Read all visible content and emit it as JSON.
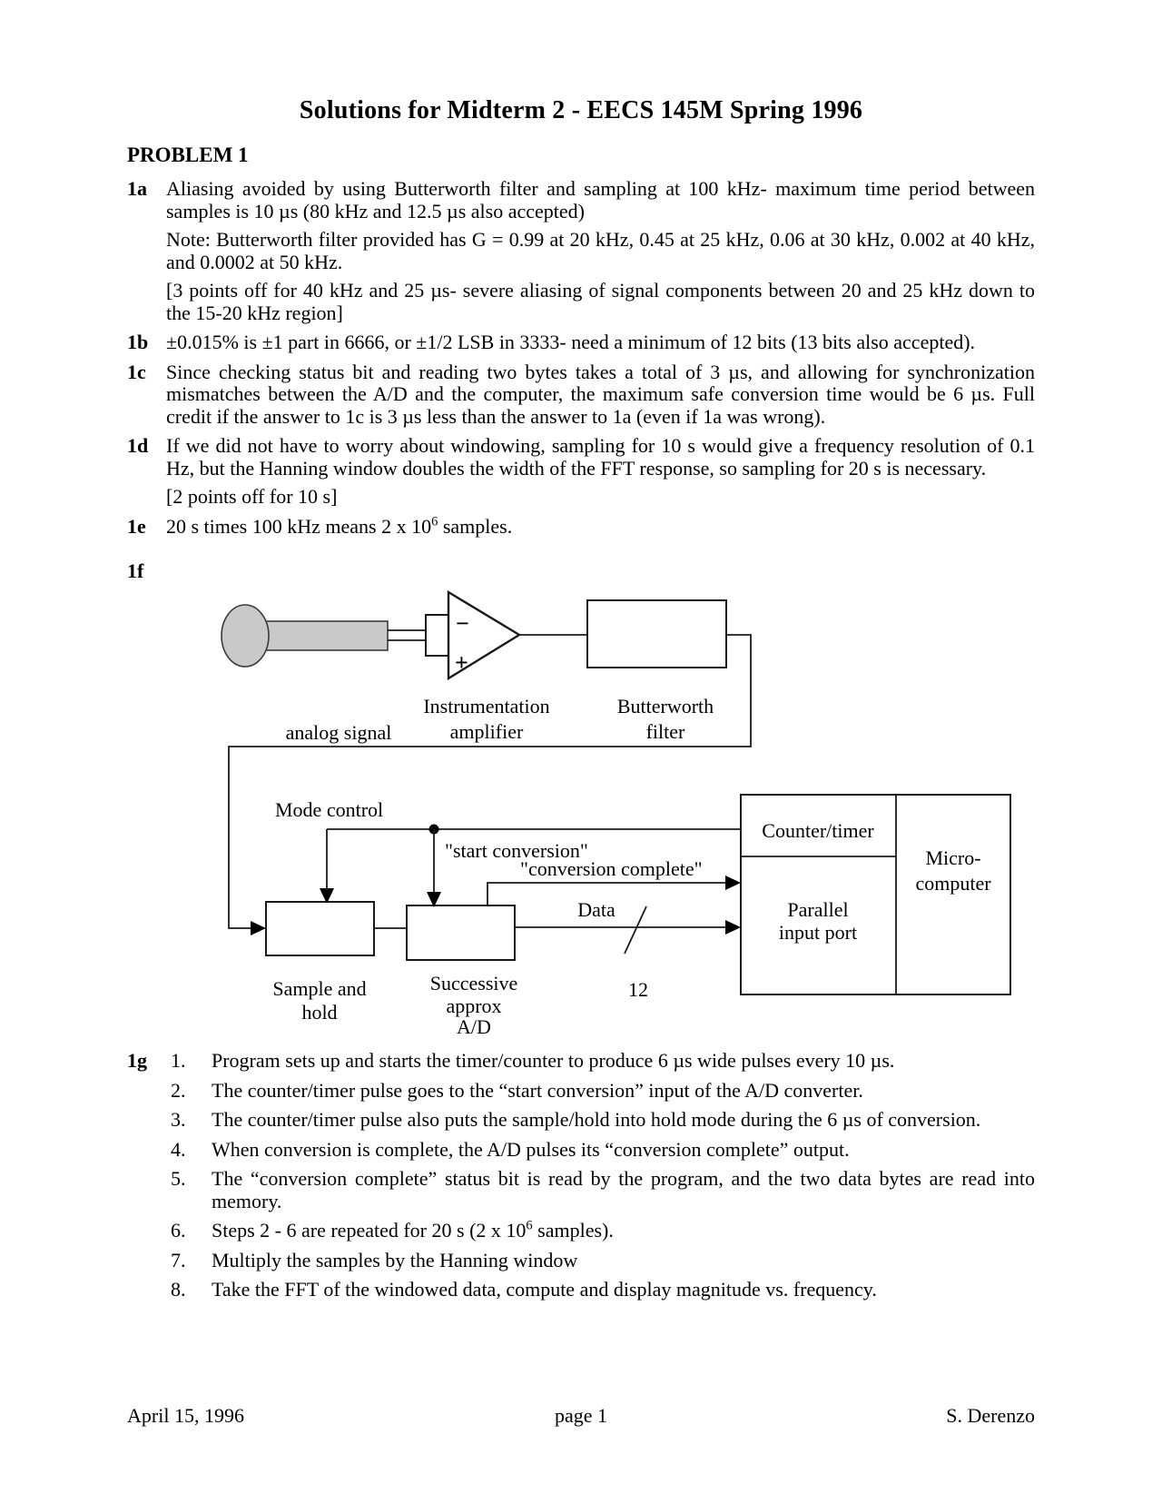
{
  "title": "Solutions for Midterm 2 - EECS 145M Spring 1996",
  "problem_heading": "PROBLEM 1",
  "item_1a": {
    "label": "1a",
    "text": "Aliasing avoided by using Butterworth filter and sampling at 100 kHz- maximum time period between samples is 10 µs (80 kHz and 12.5 µs also accepted)",
    "note": "Note: Butterworth filter provided has G = 0.99 at 20 kHz, 0.45 at 25 kHz, 0.06 at 30 kHz, 0.002 at 40 kHz, and 0.0002 at 50 kHz.",
    "points": "[3 points off for 40 kHz and 25 µs- severe aliasing of signal components between 20 and 25 kHz down to the 15-20 kHz region]"
  },
  "item_1b": {
    "label": "1b",
    "text": "±0.015% is ±1 part in 6666, or ±1/2 LSB in 3333- need a minimum of 12 bits (13 bits also accepted)."
  },
  "item_1c": {
    "label": "1c",
    "text": "Since checking status bit and reading two bytes takes a total of 3 µs, and allowing for synchronization mismatches between the A/D and the computer, the maximum safe conversion time would be 6 µs. Full credit if the answer to 1c is 3 µs less than the answer to 1a (even if 1a was wrong)."
  },
  "item_1d": {
    "label": "1d",
    "text": "If we did not have to worry about windowing, sampling for 10 s would give a frequency resolution of 0.1 Hz, but the Hanning window doubles the width of the FFT response, so sampling for 20 s is necessary.",
    "points": "[2 points off for 10 s]"
  },
  "item_1e": {
    "label": "1e",
    "pre": "20 s times 100 kHz means 2 x 10",
    "sup": "6",
    "post": " samples."
  },
  "item_1f": {
    "label": "1f"
  },
  "diagram": {
    "labels": {
      "instrumentation_1": "Instrumentation",
      "instrumentation_2": "amplifier",
      "butterworth_1": "Butterworth",
      "butterworth_2": "filter",
      "analog_signal": "analog signal",
      "mode_control": "Mode control",
      "start_conversion": "\"start conversion\"",
      "conversion_complete": "\"conversion complete\"",
      "data": "Data",
      "bus_width": "12",
      "counter_timer": "Counter/timer",
      "micro_1": "Micro-",
      "micro_2": "computer",
      "parallel_1": "Parallel",
      "parallel_2": "input port",
      "sample_hold_1": "Sample and",
      "sample_hold_2": "hold",
      "adc_1": "Successive",
      "adc_2": "approx",
      "adc_3": "A/D",
      "minus": "−",
      "plus": "+"
    }
  },
  "item_1g": {
    "label": "1g"
  },
  "steps": [
    {
      "num": "1.",
      "text": "Program sets up and starts the timer/counter to produce 6 µs wide pulses every 10 µs."
    },
    {
      "num": "2.",
      "text": "The counter/timer pulse goes to the “start conversion” input of the A/D converter."
    },
    {
      "num": "3.",
      "text": "The counter/timer pulse also puts the sample/hold into hold mode during the 6 µs of conversion."
    },
    {
      "num": "4.",
      "text": "When conversion is complete, the A/D pulses its “conversion complete” output."
    },
    {
      "num": "5.",
      "text": "The “conversion complete” status bit is read by the program, and the two data bytes are read into memory."
    },
    {
      "num": "6.",
      "pre": "Steps 2 - 6 are repeated for 20 s (2 x 10",
      "sup": "6",
      "post": " samples)."
    },
    {
      "num": "7.",
      "text": "Multiply the samples by the Hanning window"
    },
    {
      "num": "8.",
      "text": "Take the FFT of the windowed data, compute and display magnitude vs. frequency."
    }
  ],
  "footer": {
    "date": "April 15, 1996",
    "page": "page 1",
    "author": "S. Derenzo"
  }
}
